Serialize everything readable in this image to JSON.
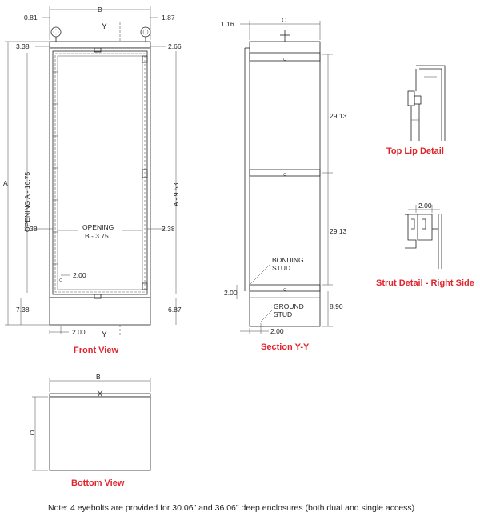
{
  "front": {
    "dim_b": "B",
    "dim_y_top": "Y",
    "dim_y_bottom": "Y",
    "dim_081": "0.81",
    "dim_187": "1.87",
    "dim_338": "3.38",
    "dim_266": "2.66",
    "dim_a": "A",
    "dim_opening_a": "OPENING A - 10.75",
    "dim_a_953": "A - 9.53",
    "dim_138": "1.38",
    "dim_238": "2.38",
    "opening_label": "OPENING",
    "opening_b": "B - 3.75",
    "dim_200": "2.00",
    "dim_738": "7.38",
    "dim_687": "6.87",
    "dim_200_bottom": "2.00",
    "title": "Front View"
  },
  "section": {
    "dim_116": "1.16",
    "dim_c": "C",
    "dim_2913_top": "29.13",
    "dim_2913_bottom": "29.13",
    "bonding": "BONDING",
    "bonding_stud": "STUD",
    "dim_200_left": "2.00",
    "ground": "GROUND",
    "ground_stud": "STUD",
    "dim_890": "8.90",
    "dim_200_bottom": "2.00",
    "title": "Section Y-Y"
  },
  "top_lip": {
    "title": "Top Lip Detail"
  },
  "strut": {
    "dim_200": "2.00",
    "title": "Strut Detail - Right Side"
  },
  "bottom": {
    "dim_b": "B",
    "dim_c": "C",
    "title": "Bottom View"
  },
  "note": "Note: 4 eyebolts are provided for 30.06\" and 36.06\" deep enclosures (both dual and single access)",
  "colors": {
    "title_red": "#e0262d",
    "line": "#222222"
  }
}
